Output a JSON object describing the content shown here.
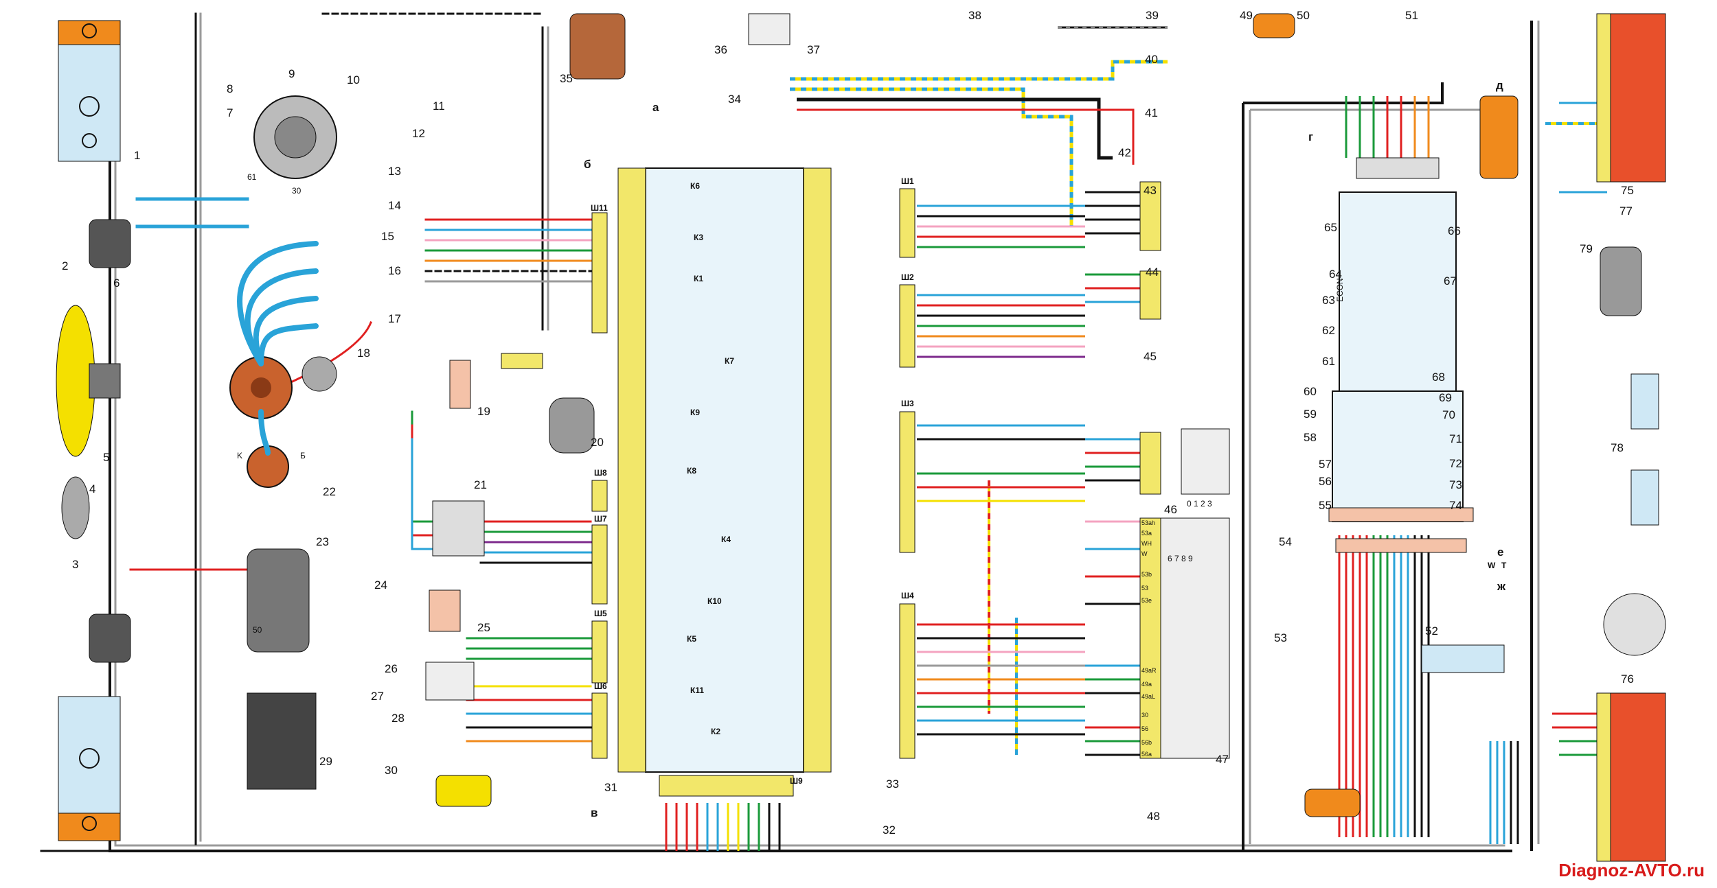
{
  "watermark": "Diagnoz-AVTO.ru",
  "component_numbers": [
    "1",
    "2",
    "3",
    "4",
    "5",
    "6",
    "7",
    "8",
    "9",
    "10",
    "11",
    "12",
    "13",
    "14",
    "15",
    "16",
    "17",
    "18",
    "19",
    "20",
    "21",
    "22",
    "23",
    "24",
    "25",
    "26",
    "27",
    "28",
    "29",
    "30",
    "31",
    "32",
    "33",
    "34",
    "35",
    "36",
    "37",
    "38",
    "39",
    "40",
    "41",
    "42",
    "43",
    "44",
    "45",
    "46",
    "47",
    "48",
    "49",
    "50",
    "51",
    "52",
    "53",
    "54",
    "55",
    "56",
    "57",
    "58",
    "59",
    "60",
    "61",
    "62",
    "63",
    "64",
    "65",
    "66",
    "67",
    "68",
    "69",
    "70",
    "71",
    "72",
    "73",
    "74",
    "75",
    "76",
    "77",
    "78",
    "79"
  ],
  "block_labels": {
    "a": "а",
    "b": "б",
    "v": "в",
    "g": "г",
    "d": "д",
    "e": "е",
    "zh": "ж"
  },
  "connector_labels": [
    "Ш1",
    "Ш2",
    "Ш3",
    "Ш4",
    "Ш5",
    "Ш6",
    "Ш7",
    "Ш8",
    "Ш9",
    "Ш11"
  ],
  "relay_labels": [
    "К1",
    "К2",
    "К3",
    "К4",
    "К5",
    "К6",
    "К7",
    "К8",
    "К9",
    "К10",
    "К11"
  ],
  "switch_pins": [
    "53ah",
    "53a",
    "WH",
    "W",
    "53b",
    "53",
    "53e",
    "49aR",
    "49a",
    "49aL",
    "30",
    "56",
    "56b",
    "56a"
  ],
  "misc_labels": {
    "ecom": "ECON",
    "terminal30": "30",
    "terminal61": "61",
    "k": "K",
    "b": "Б",
    "p50": "50",
    "zero123": "0 1 2 3",
    "w": "W",
    "t": "T",
    "fuse_block_cols": "6 7 8 9"
  },
  "colors": {
    "blue": "#29a3d8",
    "red": "#e02020",
    "yellow": "#f4e000",
    "green": "#1a9a3a",
    "black": "#111111",
    "pink": "#f4a3c0",
    "orange": "#f08a1c",
    "purple": "#7d2a8c",
    "grey": "#9a9a9a",
    "brown": "#8b4a2b",
    "connector": "#f2e76a",
    "panel": "#e8f4fa"
  }
}
